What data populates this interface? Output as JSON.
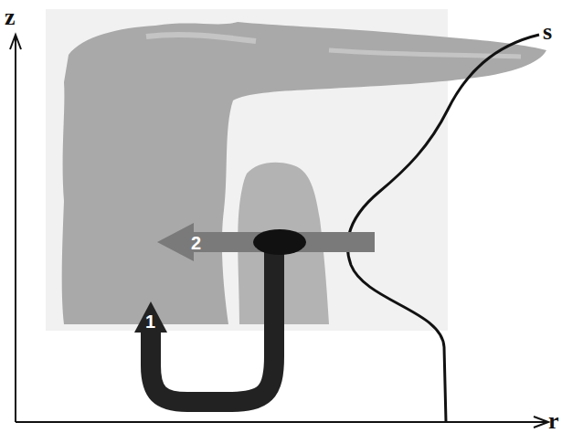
{
  "diagram": {
    "labels": [
      "z",
      "r",
      "s",
      "1",
      "2"
    ]
  }
}
